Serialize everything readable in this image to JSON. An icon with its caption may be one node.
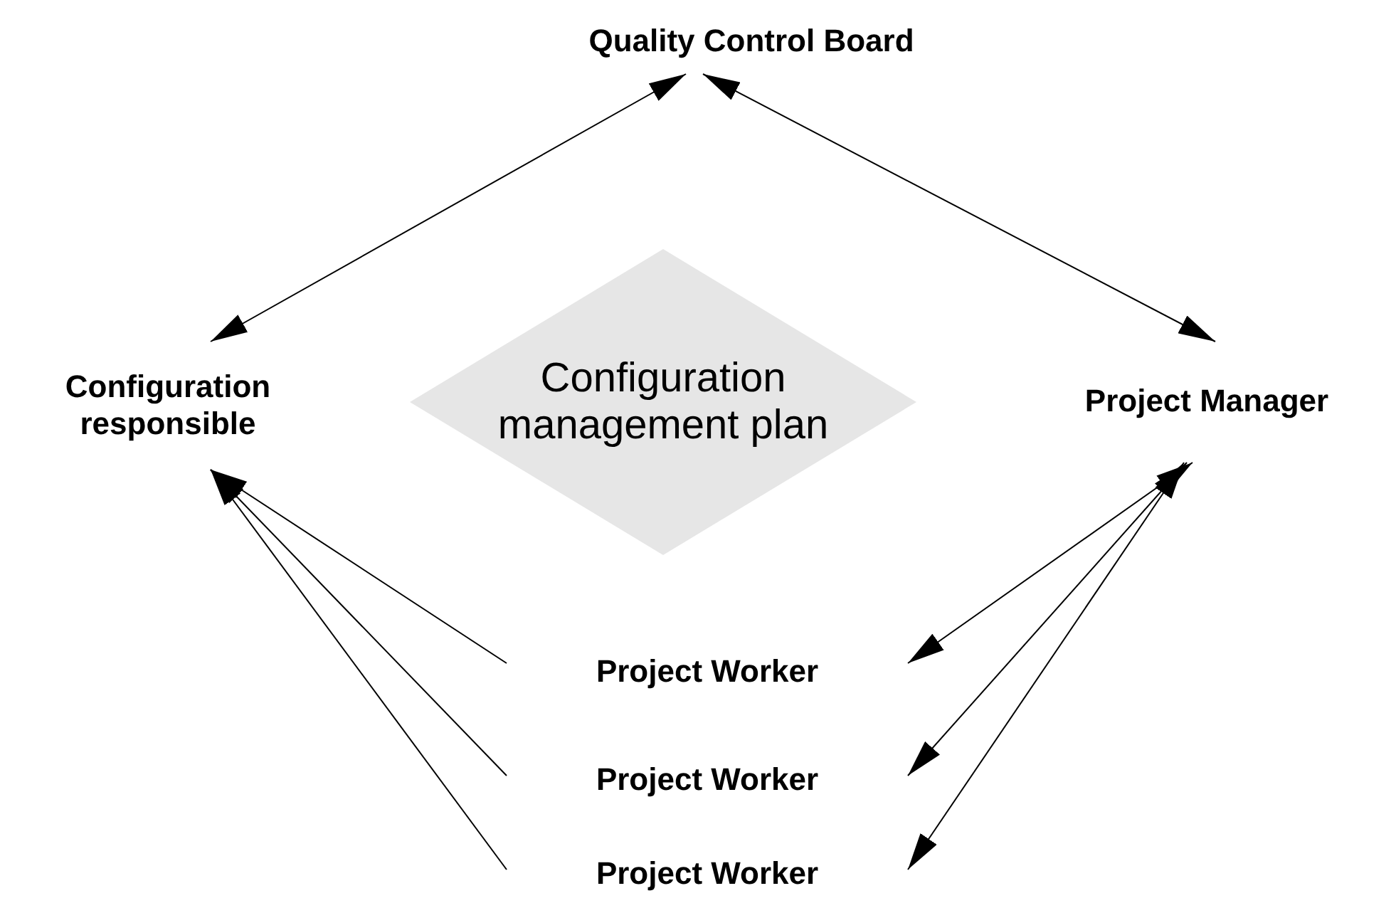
{
  "diagram": {
    "nodes": [
      {
        "text": [
          "Quality Control Board"
        ]
      },
      {
        "text": [
          "Configuration responsible"
        ]
      },
      {
        "text": [
          "Configuration management plan"
        ]
      },
      {
        "text": [
          "Project Manager"
        ]
      },
      {
        "text": [
          "Project Worker"
        ]
      },
      {
        "text": [
          "Project Worker"
        ]
      },
      {
        "text": [
          "Project Worker"
        ]
      }
    ],
    "edges": [
      {
        "from": 0,
        "to": 1,
        "arrow": "both"
      },
      {
        "from": 0,
        "to": 3,
        "arrow": "both"
      },
      {
        "from": 4,
        "to": 1,
        "arrow": "to"
      },
      {
        "from": 5,
        "to": 1,
        "arrow": "to"
      },
      {
        "from": 6,
        "to": 1,
        "arrow": "to"
      },
      {
        "from": 3,
        "to": 4,
        "arrow": "both"
      },
      {
        "from": 3,
        "to": 5,
        "arrow": "both"
      },
      {
        "from": 3,
        "to": 6,
        "arrow": "both"
      }
    ]
  }
}
